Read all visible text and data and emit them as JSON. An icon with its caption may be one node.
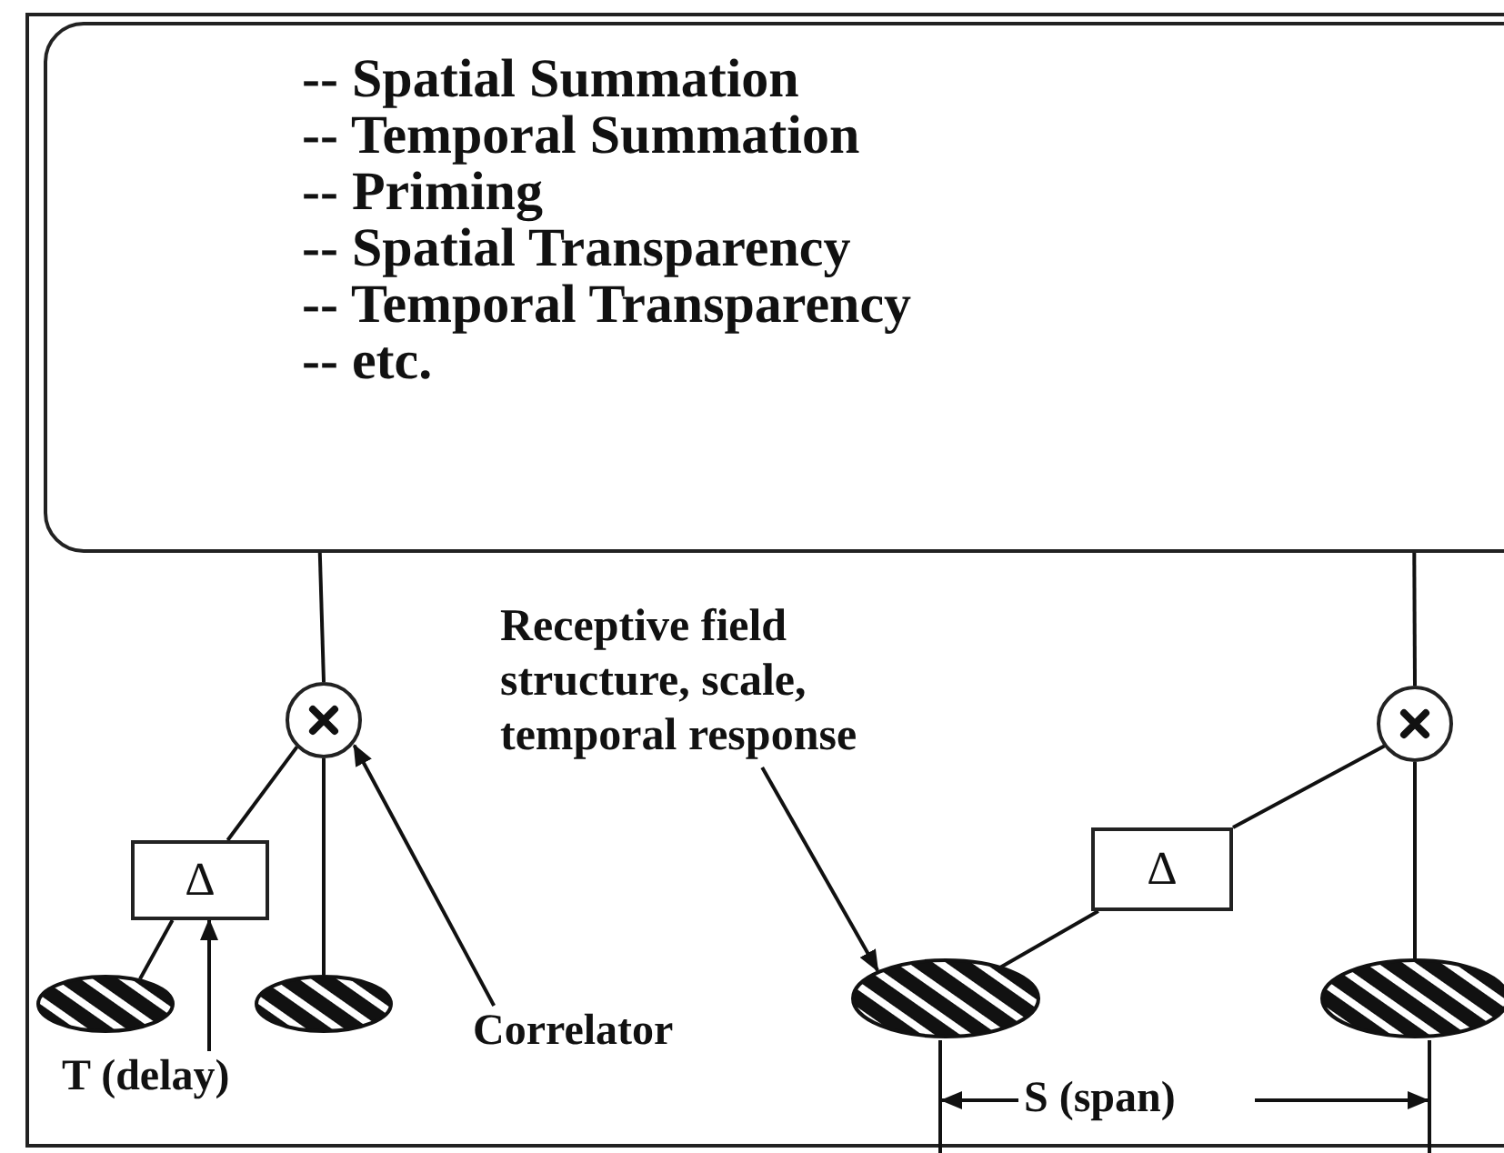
{
  "diagram": {
    "nodes": [
      {
        "text": [
          "-- Spatial Summation",
          "-- Temporal Summation",
          "-- Priming",
          "-- Spatial Transparency",
          "-- Temporal Transparency",
          "-- etc."
        ]
      },
      {
        "text": [],
        "shape": "circle"
      },
      {
        "text": [
          "Δ"
        ]
      },
      {
        "text": [],
        "shape": "ellipse"
      },
      {
        "text": [],
        "shape": "ellipse"
      },
      {
        "text": [
          "T (delay)"
        ]
      },
      {
        "text": [
          "Correlator"
        ]
      },
      {
        "text": [
          "Receptive field structure, scale, temporal response"
        ]
      },
      {
        "text": [],
        "shape": "circle"
      },
      {
        "text": [
          "Δ"
        ]
      },
      {
        "text": [],
        "shape": "ellipse"
      },
      {
        "text": [],
        "shape": "ellipse"
      }
    ],
    "edges": [
      {
        "from": 1,
        "to": 0,
        "arrow": "none"
      },
      {
        "from": 2,
        "to": 1,
        "arrow": "none"
      },
      {
        "from": 3,
        "to": 2,
        "arrow": "none"
      },
      {
        "from": 4,
        "to": 1,
        "arrow": "none"
      },
      {
        "from": 5,
        "to": 2,
        "arrow": "to"
      },
      {
        "from": 6,
        "to": 1,
        "arrow": "to"
      },
      {
        "from": 7,
        "to": 10,
        "arrow": "to"
      },
      {
        "from": 8,
        "to": 0,
        "arrow": "none"
      },
      {
        "from": 9,
        "to": 8,
        "arrow": "none"
      },
      {
        "from": 10,
        "to": 9,
        "arrow": "none"
      },
      {
        "from": 11,
        "to": 8,
        "arrow": "none"
      }
    ],
    "labels": [
      "S (span)"
    ]
  }
}
